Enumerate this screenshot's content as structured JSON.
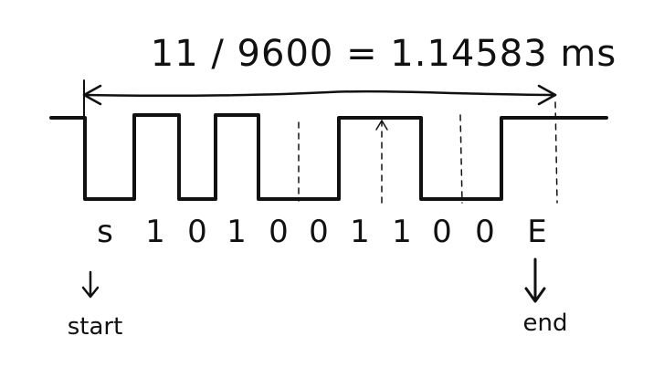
{
  "diagram": {
    "title": "11 / 9600 = 1.14583 ms",
    "bits": [
      "s",
      "1",
      "0",
      "1",
      "0",
      "0",
      "1",
      "1",
      "0",
      "0",
      "E"
    ],
    "start_label": "start",
    "end_label": "end",
    "bit_levels": [
      0,
      1,
      0,
      1,
      0,
      0,
      1,
      1,
      0,
      0,
      1
    ]
  }
}
